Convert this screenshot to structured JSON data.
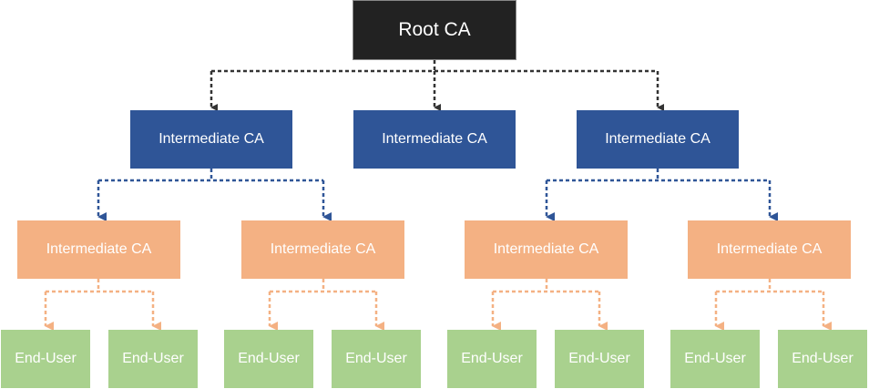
{
  "root": {
    "label": "Root CA"
  },
  "intermediate_level_1": [
    {
      "label": "Intermediate CA"
    },
    {
      "label": "Intermediate CA"
    },
    {
      "label": "Intermediate CA"
    }
  ],
  "intermediate_level_2": [
    {
      "label": "Intermediate CA"
    },
    {
      "label": "Intermediate CA"
    },
    {
      "label": "Intermediate CA"
    },
    {
      "label": "Intermediate CA"
    }
  ],
  "end_users": [
    {
      "label": "End-User"
    },
    {
      "label": "End-User"
    },
    {
      "label": "End-User"
    },
    {
      "label": "End-User"
    },
    {
      "label": "End-User"
    },
    {
      "label": "End-User"
    },
    {
      "label": "End-User"
    },
    {
      "label": "End-User"
    }
  ],
  "colors": {
    "root_fill": "#222222",
    "level1_fill": "#2F5597",
    "level2_fill": "#F4B183",
    "end_user_fill": "#A9D18E",
    "root_connector": "#333333",
    "level1_connector": "#2F5597",
    "level2_connector": "#F4B183"
  }
}
